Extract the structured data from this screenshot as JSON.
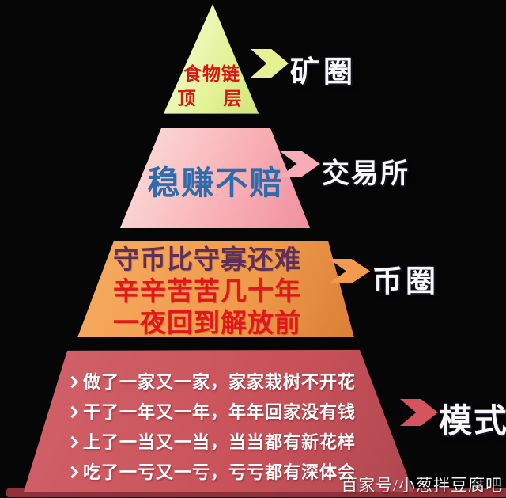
{
  "canvas": {
    "background": "#060606"
  },
  "pyramid": {
    "base_shadow_color": "#8e3138",
    "tiers": [
      {
        "name": "food-chain-top",
        "lines": [
          "食物链",
          "顶　层"
        ],
        "text_color": "#d91515",
        "fill": {
          "angle": 115,
          "stops": [
            "#fbfde4",
            "#e3f296",
            "#cfe478"
          ]
        },
        "arrow_color": "#e4f294",
        "label": "矿圈"
      },
      {
        "name": "exchange-tier",
        "lines": [
          "稳赚不赔"
        ],
        "text_color": "#2e6cad",
        "fill": {
          "angle": 115,
          "stops": [
            "#fde4df",
            "#f8aeb4",
            "#ef8f9e"
          ]
        },
        "arrow_color": "#f8acb6",
        "label": "交易所"
      },
      {
        "name": "coin-circle-tier",
        "lines": [
          "守币比守寡还难",
          "辛辛苦苦几十年",
          "一夜回到解放前"
        ],
        "line_colors": [
          "#5e2f58",
          "#e2171b",
          "#e2171b"
        ],
        "fill": {
          "angle": 115,
          "stops": [
            "#f6ac62",
            "#f09a4a",
            "#d97f35"
          ]
        },
        "arrow_color": "#f49a4d",
        "label": "币圈"
      },
      {
        "name": "model-tier",
        "lines": [
          "做了一家又一家，家家栽树不开花",
          "干了一年又一年，年年回家没有钱",
          "上了一当又一当，当当都有新花样",
          "吃了一亏又一亏，亏亏都有深体会"
        ],
        "text_color": "#ffffff",
        "bullet_icon": "chevron-right",
        "fill": {
          "angle": 115,
          "stops": [
            "#d2626a",
            "#c9525a",
            "#b04750"
          ]
        },
        "arrow_color": "#d5545e",
        "label": "模式"
      }
    ]
  },
  "labels_color": "#f8f8f8",
  "watermark": {
    "text": "百家号/小葱拌豆腐吧",
    "color": "#f5f5f5"
  }
}
